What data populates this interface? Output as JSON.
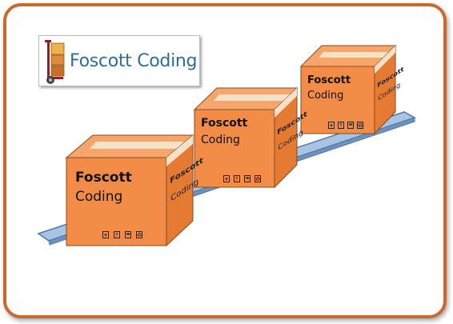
{
  "logo": {
    "text": "Foscott Coding",
    "icon": "hand-truck-icon"
  },
  "boxes": [
    {
      "line1": "Foscott",
      "line2": "Coding",
      "side1": "Foscott",
      "side2": "Coding",
      "icons": [
        "glass-icon",
        "up-arrows-icon",
        "umbrella-icon",
        "recycle-icon"
      ]
    },
    {
      "line1": "Foscott",
      "line2": "Coding",
      "side1": "Foscott",
      "side2": "Coding",
      "icons": [
        "glass-icon",
        "up-arrows-icon",
        "umbrella-icon",
        "recycle-icon"
      ]
    },
    {
      "line1": "Foscott",
      "line2": "Coding",
      "side1": "Foscott",
      "side2": "Coding",
      "icons": [
        "glass-icon",
        "up-arrows-icon",
        "umbrella-icon",
        "recycle-icon"
      ]
    }
  ],
  "colors": {
    "frame": "#c9692b",
    "box_front": "#f28c46",
    "box_side": "#e57a33",
    "box_top": "#f6a56b",
    "tape": "#f5e1c8",
    "conveyor": "#a9c3e3",
    "conveyor_edge": "#4e79a7",
    "logo_text": "#2d6d9e"
  }
}
